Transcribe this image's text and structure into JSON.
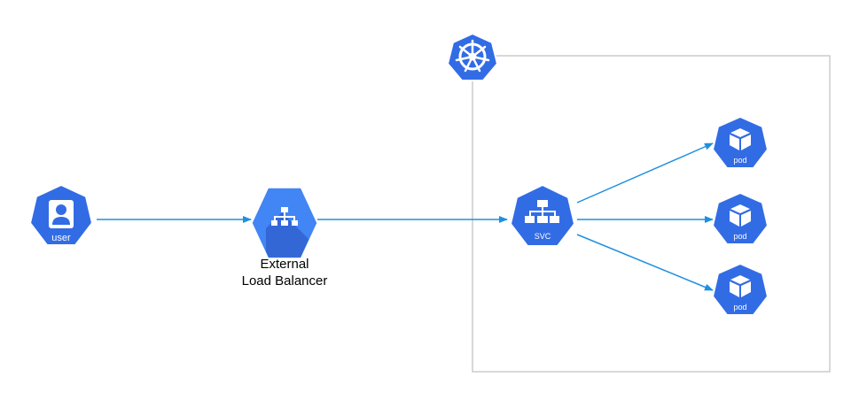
{
  "nodes": {
    "user": {
      "label": "user"
    },
    "load_balancer": {
      "label_line1": "External",
      "label_line2": "Load Balancer"
    },
    "service": {
      "label": "SVC"
    },
    "pods": [
      {
        "label": "pod"
      },
      {
        "label": "pod"
      },
      {
        "label": "pod"
      }
    ]
  },
  "colors": {
    "kube_blue": "#326ce5",
    "gcp_blue": "#4285f4",
    "gcp_blue_dark": "#3367d6",
    "arrow": "#1e90e0",
    "cluster_border": "#cccccc",
    "text": "#000000"
  },
  "icons": {
    "cluster": "kubernetes-helm-icon",
    "user": "user-card-icon",
    "load_balancer": "network-hierarchy-icon",
    "service": "network-hierarchy-icon",
    "pod": "cube-icon"
  }
}
